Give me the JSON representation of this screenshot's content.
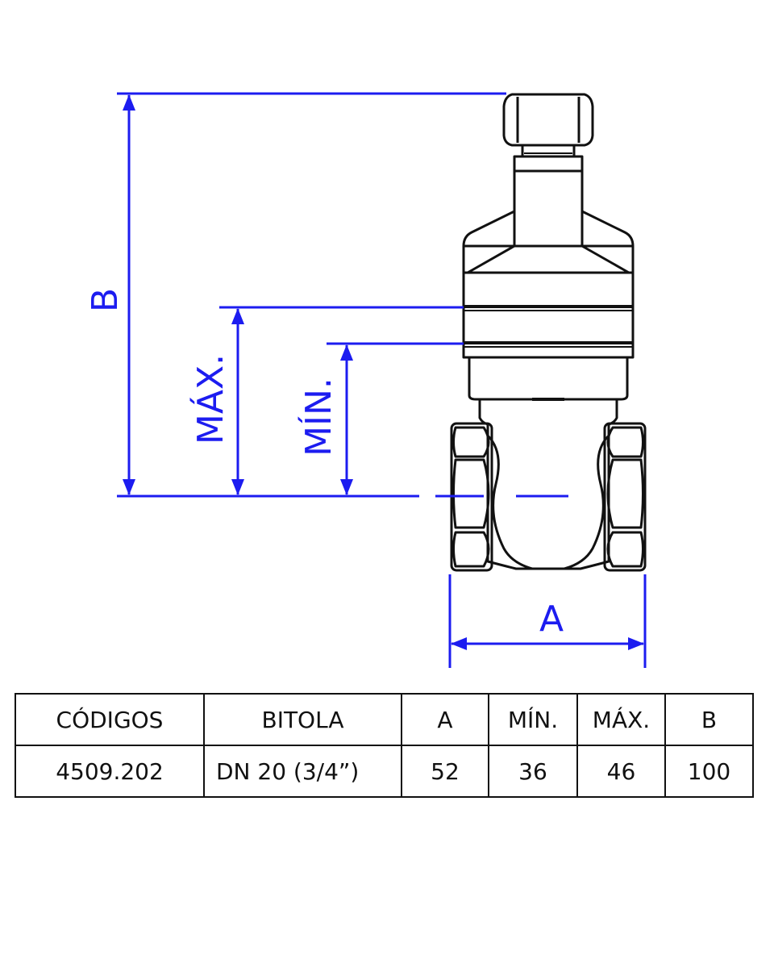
{
  "diagram": {
    "labels": {
      "B": "B",
      "max": "MÁX.",
      "min": "MÍN.",
      "A": "A"
    },
    "dimension_color": "#1c1cf0",
    "line_color": "#111111"
  },
  "table": {
    "headers": [
      "CÓDIGOS",
      "BITOLA",
      "A",
      "MÍN.",
      "MÁX.",
      "B"
    ],
    "rows": [
      [
        "4509.202",
        "DN 20 (3/4”)",
        "52",
        "36",
        "46",
        "100"
      ]
    ]
  }
}
